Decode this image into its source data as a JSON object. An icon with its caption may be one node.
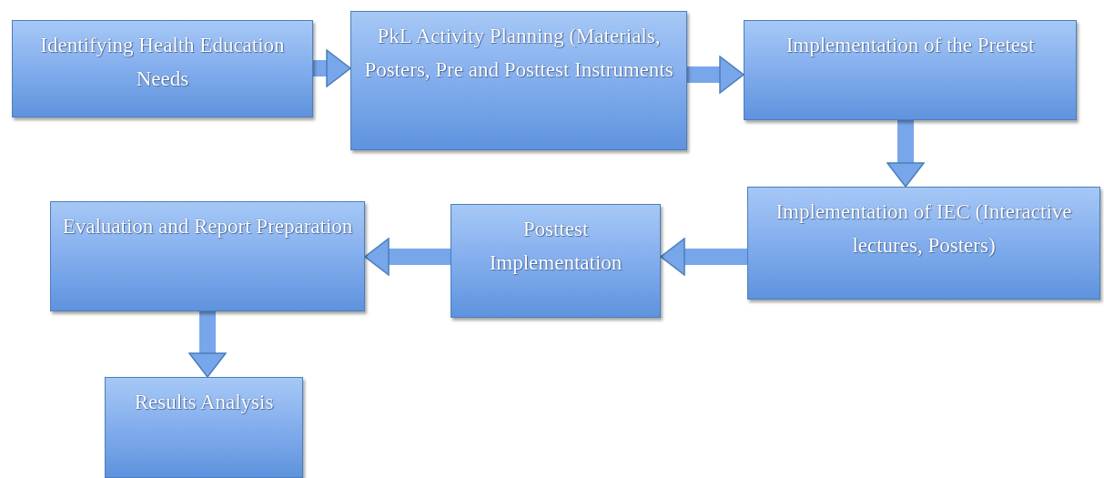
{
  "diagram": {
    "nodes": [
      {
        "text": [
          "Identifying Health Education Needs"
        ]
      },
      {
        "text": [
          "PkL Activity Planning (Materials, Posters, Pre and Posttest Instruments"
        ]
      },
      {
        "text": [
          "Implementation of the Pretest"
        ]
      },
      {
        "text": [
          "Implementation of IEC (Interactive lectures, Posters)"
        ]
      },
      {
        "text": [
          "Posttest Implementation"
        ]
      },
      {
        "text": [
          "Evaluation and Report Preparation"
        ]
      },
      {
        "text": [
          "Results Analysis"
        ]
      }
    ],
    "edges": [
      {
        "from": 0,
        "to": 1,
        "arrow": "to"
      },
      {
        "from": 1,
        "to": 2,
        "arrow": "to"
      },
      {
        "from": 2,
        "to": 3,
        "arrow": "to"
      },
      {
        "from": 3,
        "to": 4,
        "arrow": "to"
      },
      {
        "from": 4,
        "to": 5,
        "arrow": "to"
      },
      {
        "from": 5,
        "to": 6,
        "arrow": "to"
      }
    ]
  }
}
